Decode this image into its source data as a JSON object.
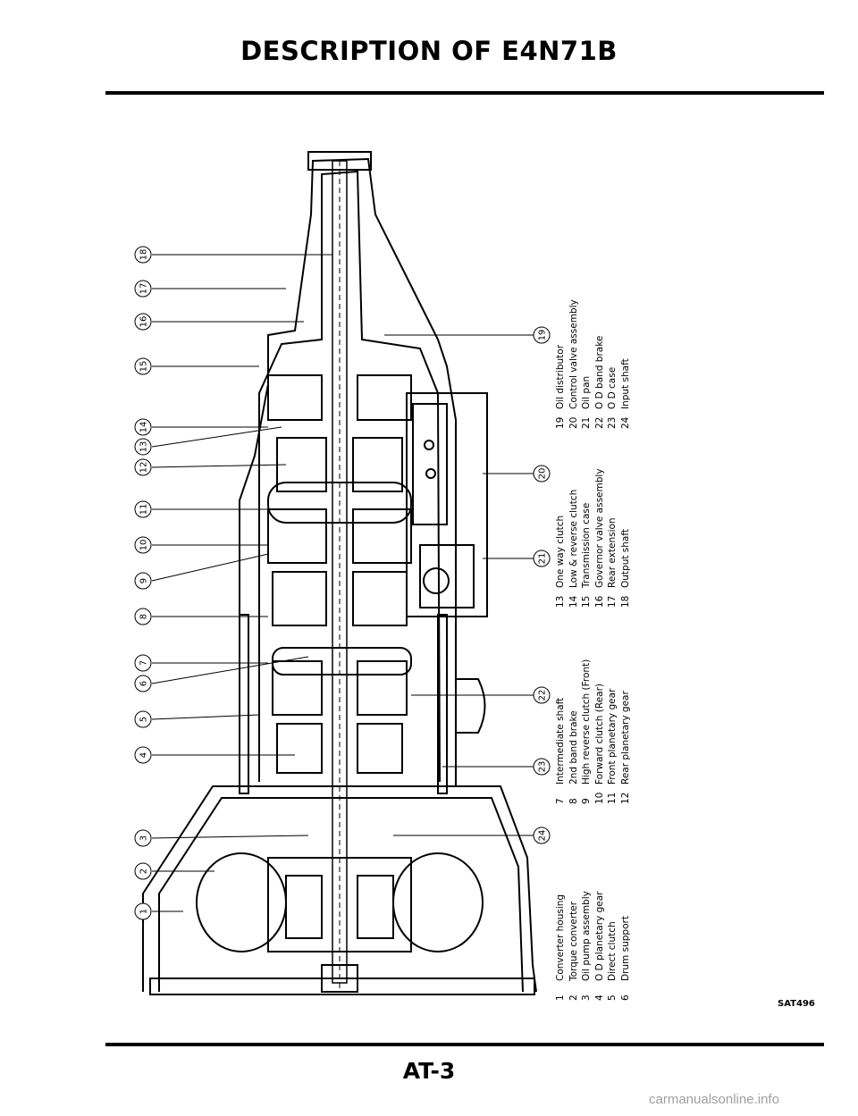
{
  "header": {
    "title": "DESCRIPTION OF E4N71B"
  },
  "footer": {
    "page_number": "AT-3",
    "figure_code": "SAT496",
    "watermark": "carmanualsonline.info"
  },
  "callouts": {
    "left": [
      "18",
      "17",
      "16",
      "15",
      "14",
      "13",
      "12",
      "11",
      "10",
      "9",
      "8",
      "7",
      "6",
      "5",
      "4",
      "3",
      "2",
      "1"
    ],
    "right": [
      "19",
      "20",
      "21",
      "22",
      "23",
      "24"
    ]
  },
  "legend": {
    "col1": [
      {
        "num": "1",
        "label": "Converter housing"
      },
      {
        "num": "2",
        "label": "Torque converter"
      },
      {
        "num": "3",
        "label": "Oil pump assembly"
      },
      {
        "num": "4",
        "label": "O D planetary gear"
      },
      {
        "num": "5",
        "label": "Direct clutch"
      },
      {
        "num": "6",
        "label": "Drum support"
      }
    ],
    "col2": [
      {
        "num": "7",
        "label": "Intermediate shaft"
      },
      {
        "num": "8",
        "label": "2nd band brake"
      },
      {
        "num": "9",
        "label": "High reverse clutch (Front)"
      },
      {
        "num": "10",
        "label": "Forward clutch (Rear)"
      },
      {
        "num": "11",
        "label": "Front planetary gear"
      },
      {
        "num": "12",
        "label": "Rear planetary gear"
      }
    ],
    "col3": [
      {
        "num": "13",
        "label": "One way clutch"
      },
      {
        "num": "14",
        "label": "Low & reverse clutch"
      },
      {
        "num": "15",
        "label": "Transmission case"
      },
      {
        "num": "16",
        "label": "Governor valve assembly"
      },
      {
        "num": "17",
        "label": "Rear extension"
      },
      {
        "num": "18",
        "label": "Output shaft"
      }
    ],
    "col4": [
      {
        "num": "19",
        "label": "Oil distributor"
      },
      {
        "num": "20",
        "label": "Control valve assembly"
      },
      {
        "num": "21",
        "label": "Oil pan"
      },
      {
        "num": "22",
        "label": "O D band brake"
      },
      {
        "num": "23",
        "label": "O D case"
      },
      {
        "num": "24",
        "label": "Input shaft"
      }
    ]
  }
}
